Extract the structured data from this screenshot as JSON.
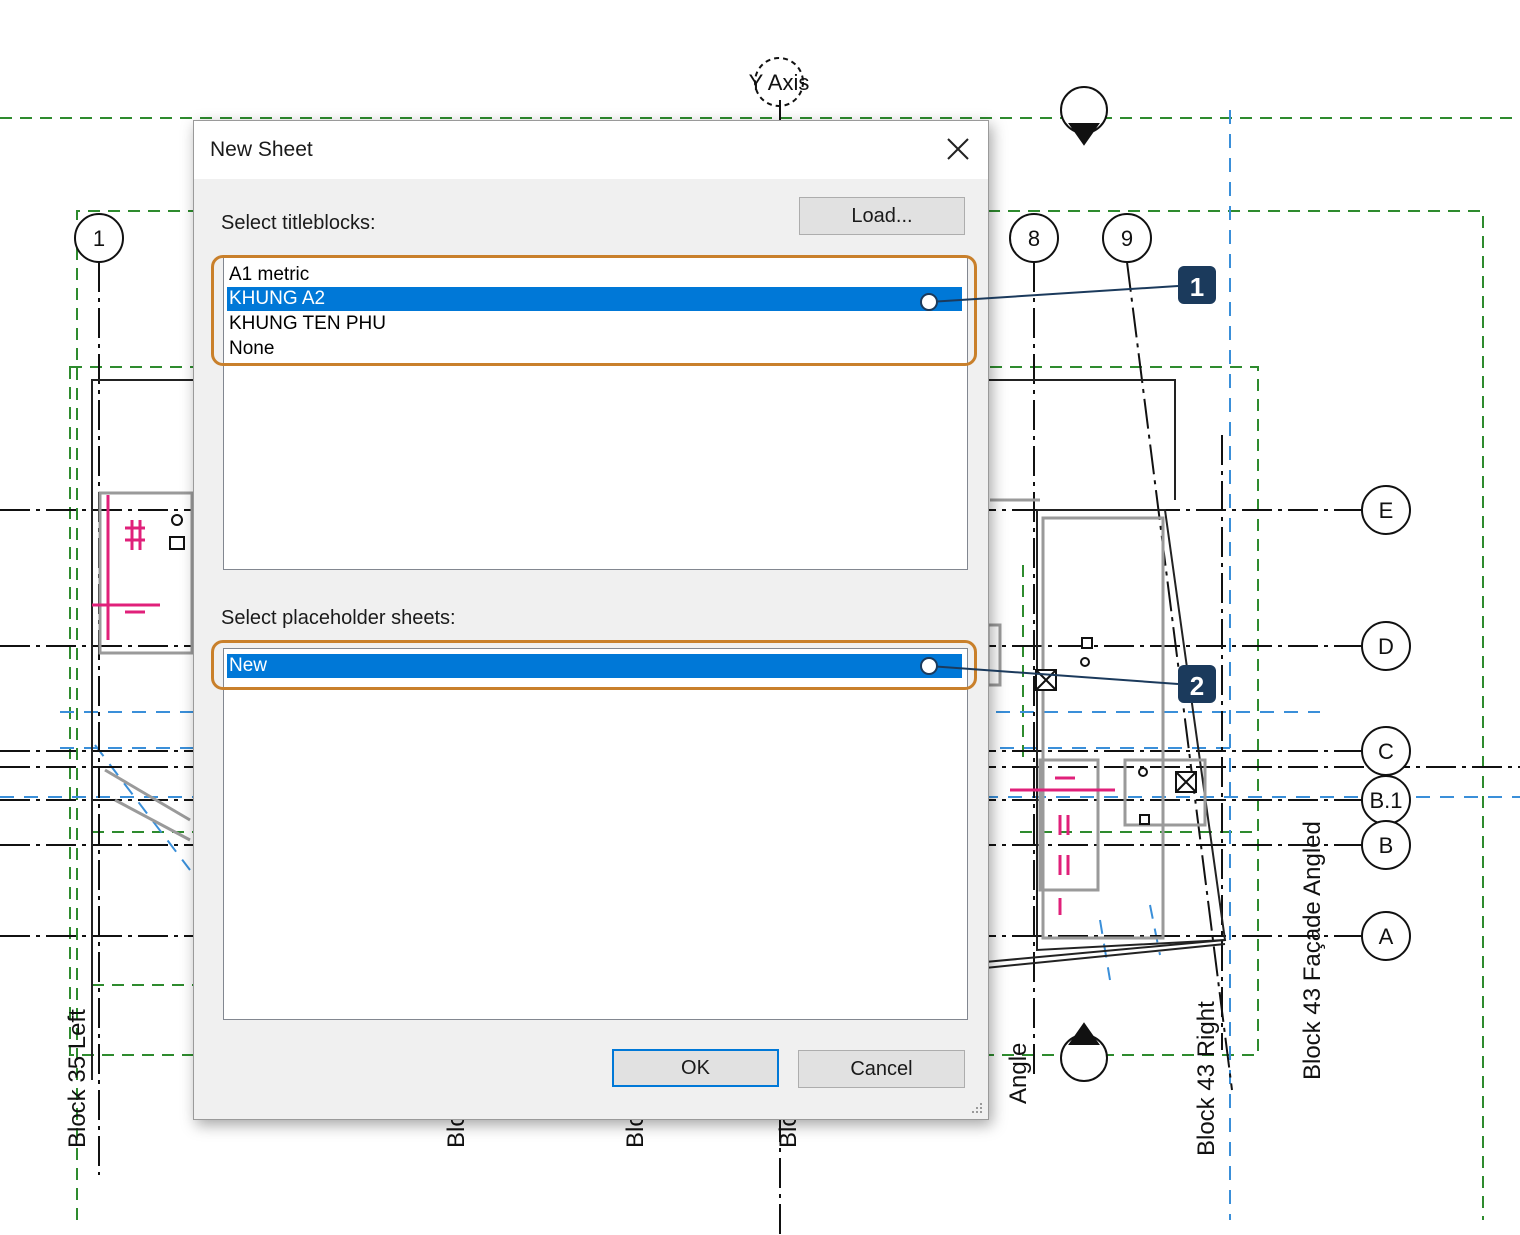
{
  "canvas": {
    "y_axis_label": "Y Axis",
    "grid_labels_vertical": [
      "1",
      "8",
      "9"
    ],
    "grid_labels_horizontal": [
      "E",
      "D",
      "C",
      "B.1",
      "B",
      "A"
    ],
    "rotated_labels": {
      "block35": "Block 35 Left",
      "blc1": "Blc",
      "blc2": "Blc",
      "blc3": "Blc",
      "angle": "Angle",
      "block43r": "Block 43 Right",
      "block43f": "Block 43 Façade Angled"
    }
  },
  "dialog": {
    "title": "New Sheet",
    "close_icon": "close-icon",
    "titleblocks_label": "Select titleblocks:",
    "load_button": "Load...",
    "titleblocks": [
      "A1 metric",
      "KHUNG A2",
      "KHUNG TEN PHU",
      "None"
    ],
    "selected_titleblock": "KHUNG A2",
    "placeholder_label": "Select placeholder sheets:",
    "placeholders": [
      "New"
    ],
    "ok_button": "OK",
    "cancel_button": "Cancel"
  },
  "annotations": [
    {
      "number": "1",
      "target": "KHUNG A2"
    },
    {
      "number": "2",
      "target": "New"
    }
  ],
  "colors": {
    "selection": "#0078d7",
    "callout_border": "#c9802b",
    "badge": "#1b3a5c",
    "grid_green": "#2e8b2e",
    "grid_blue": "#3a8fd9",
    "magenta": "#e0207a"
  }
}
